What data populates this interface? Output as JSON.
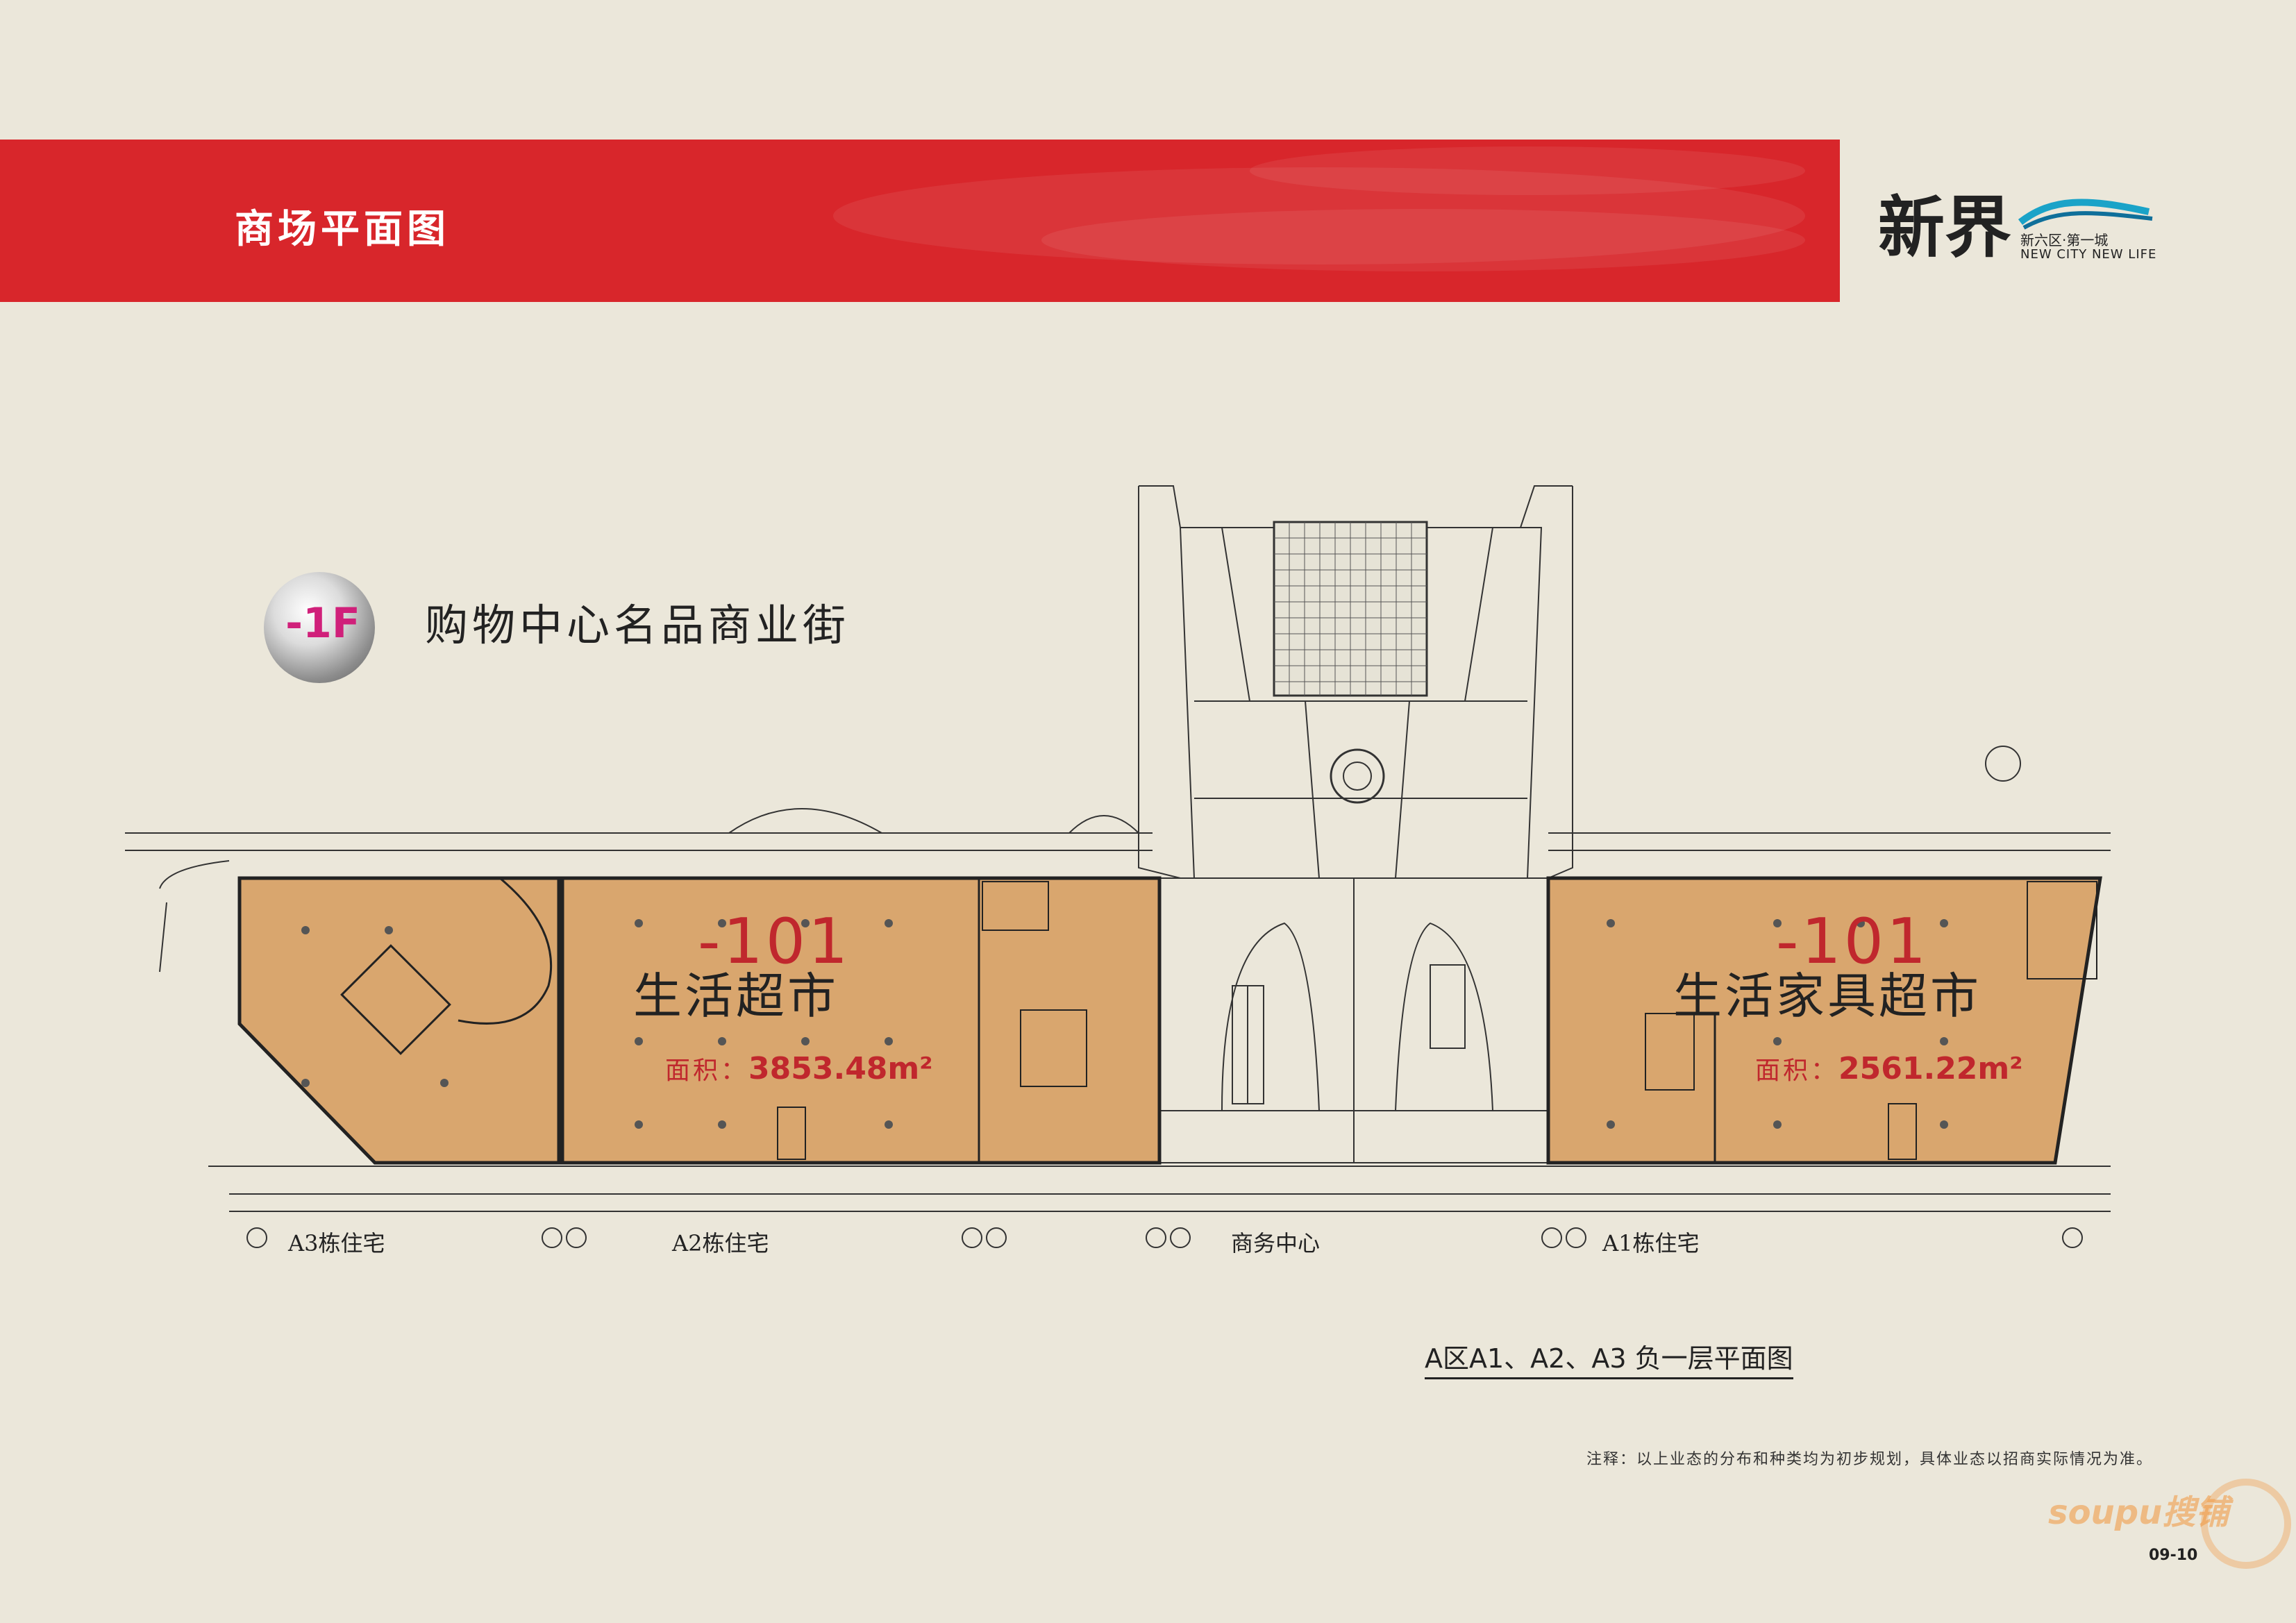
{
  "header": {
    "title": "商场平面图",
    "logo": {
      "name": "新界",
      "tagline_cn": "新六区·第一城",
      "tagline_en": "NEW CITY NEW LIFE"
    }
  },
  "floor": {
    "badge": "-1F",
    "title": "购物中心名品商业街"
  },
  "units": [
    {
      "code": "-101",
      "name": "生活超市",
      "area_label": "面积：",
      "area_value": "3853.48m²"
    },
    {
      "code": "-101",
      "name": "生活家具超市",
      "area_label": "面积：",
      "area_value": "2561.22m²"
    }
  ],
  "buildings": [
    "A3栋住宅",
    "A2栋住宅",
    "商务中心",
    "A1栋住宅"
  ],
  "plan_caption": "A区A1、A2、A3 负一层平面图",
  "note": "注释：以上业态的分布和种类均为初步规划，具体业态以招商实际情况为准。",
  "page_number": "09-10",
  "watermark": "soupu搜铺",
  "colors": {
    "banner": "#d8262b",
    "unit_fill": "#d9a66e",
    "background": "#ebe7da",
    "accent_red": "#c0272d"
  }
}
